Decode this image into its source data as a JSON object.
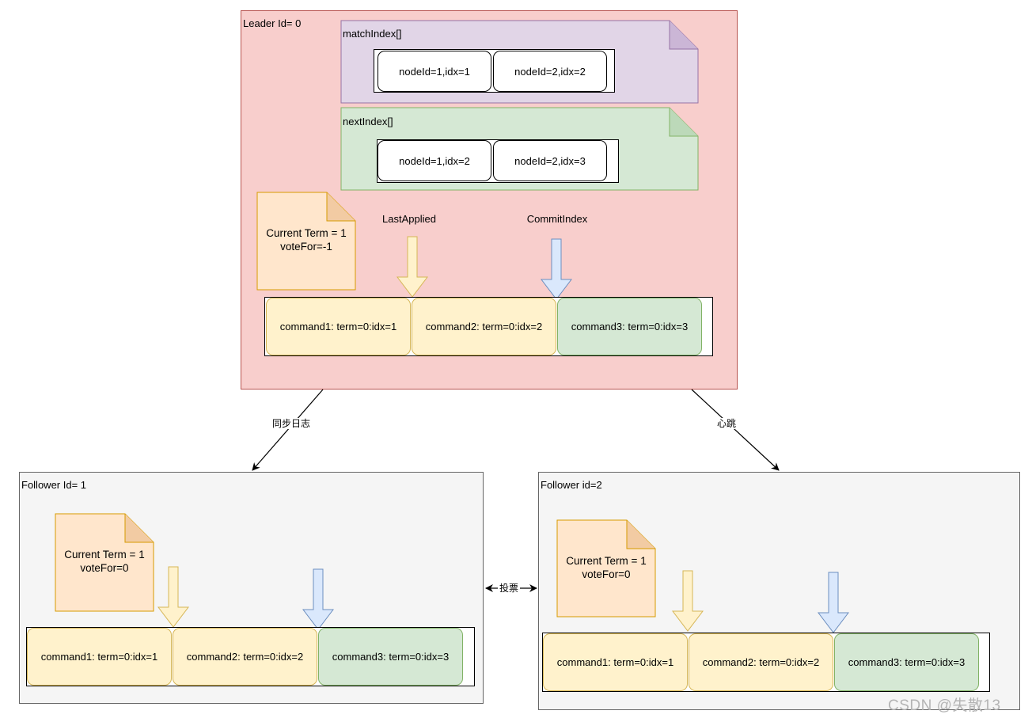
{
  "leader": {
    "title": "Leader Id= 0",
    "match_index": {
      "title": "matchIndex[]",
      "cells": [
        "nodeId=1,idx=1",
        "nodeId=2,idx=2"
      ]
    },
    "next_index": {
      "title": "nextIndex[]",
      "cells": [
        "nodeId=1,idx=2",
        "nodeId=2,idx=3"
      ]
    },
    "state_note": {
      "line1": "Current Term = 1",
      "line2": "voteFor=-1"
    },
    "last_applied_label": "LastApplied",
    "commit_index_label": "CommitIndex",
    "log": [
      "command1: term=0:idx=1",
      "command2: term=0:idx=2",
      "command3: term=0:idx=3"
    ]
  },
  "follower1": {
    "title": "Follower Id= 1",
    "state_note": {
      "line1": "Current Term = 1",
      "line2": "voteFor=0"
    },
    "log": [
      "command1: term=0:idx=1",
      "command2: term=0:idx=2",
      "command3: term=0:idx=3"
    ]
  },
  "follower2": {
    "title": "Follower id=2",
    "state_note": {
      "line1": "Current Term = 1",
      "line2": "voteFor=0"
    },
    "log": [
      "command1: term=0:idx=1",
      "command2: term=0:idx=2",
      "command3: term=0:idx=3"
    ]
  },
  "edges": {
    "sync_log": "同步日志",
    "heartbeat": "心跳",
    "vote": "投票"
  },
  "watermark": "CSDN @失散13",
  "colors": {
    "leader_fill": "#f8cecc",
    "leader_stroke": "#b85450",
    "follower_fill": "#f5f5f5",
    "match_fill": "#e1d5e7",
    "match_stroke": "#9673a6",
    "next_fill": "#d5e8d4",
    "next_stroke": "#82b366",
    "note_fill": "#ffe6cc",
    "note_stroke": "#d79b00",
    "yellow_fill": "#fff2cc",
    "yellow_stroke": "#d6b656",
    "blue_fill": "#dae8fc",
    "blue_stroke": "#6c8ebf"
  }
}
